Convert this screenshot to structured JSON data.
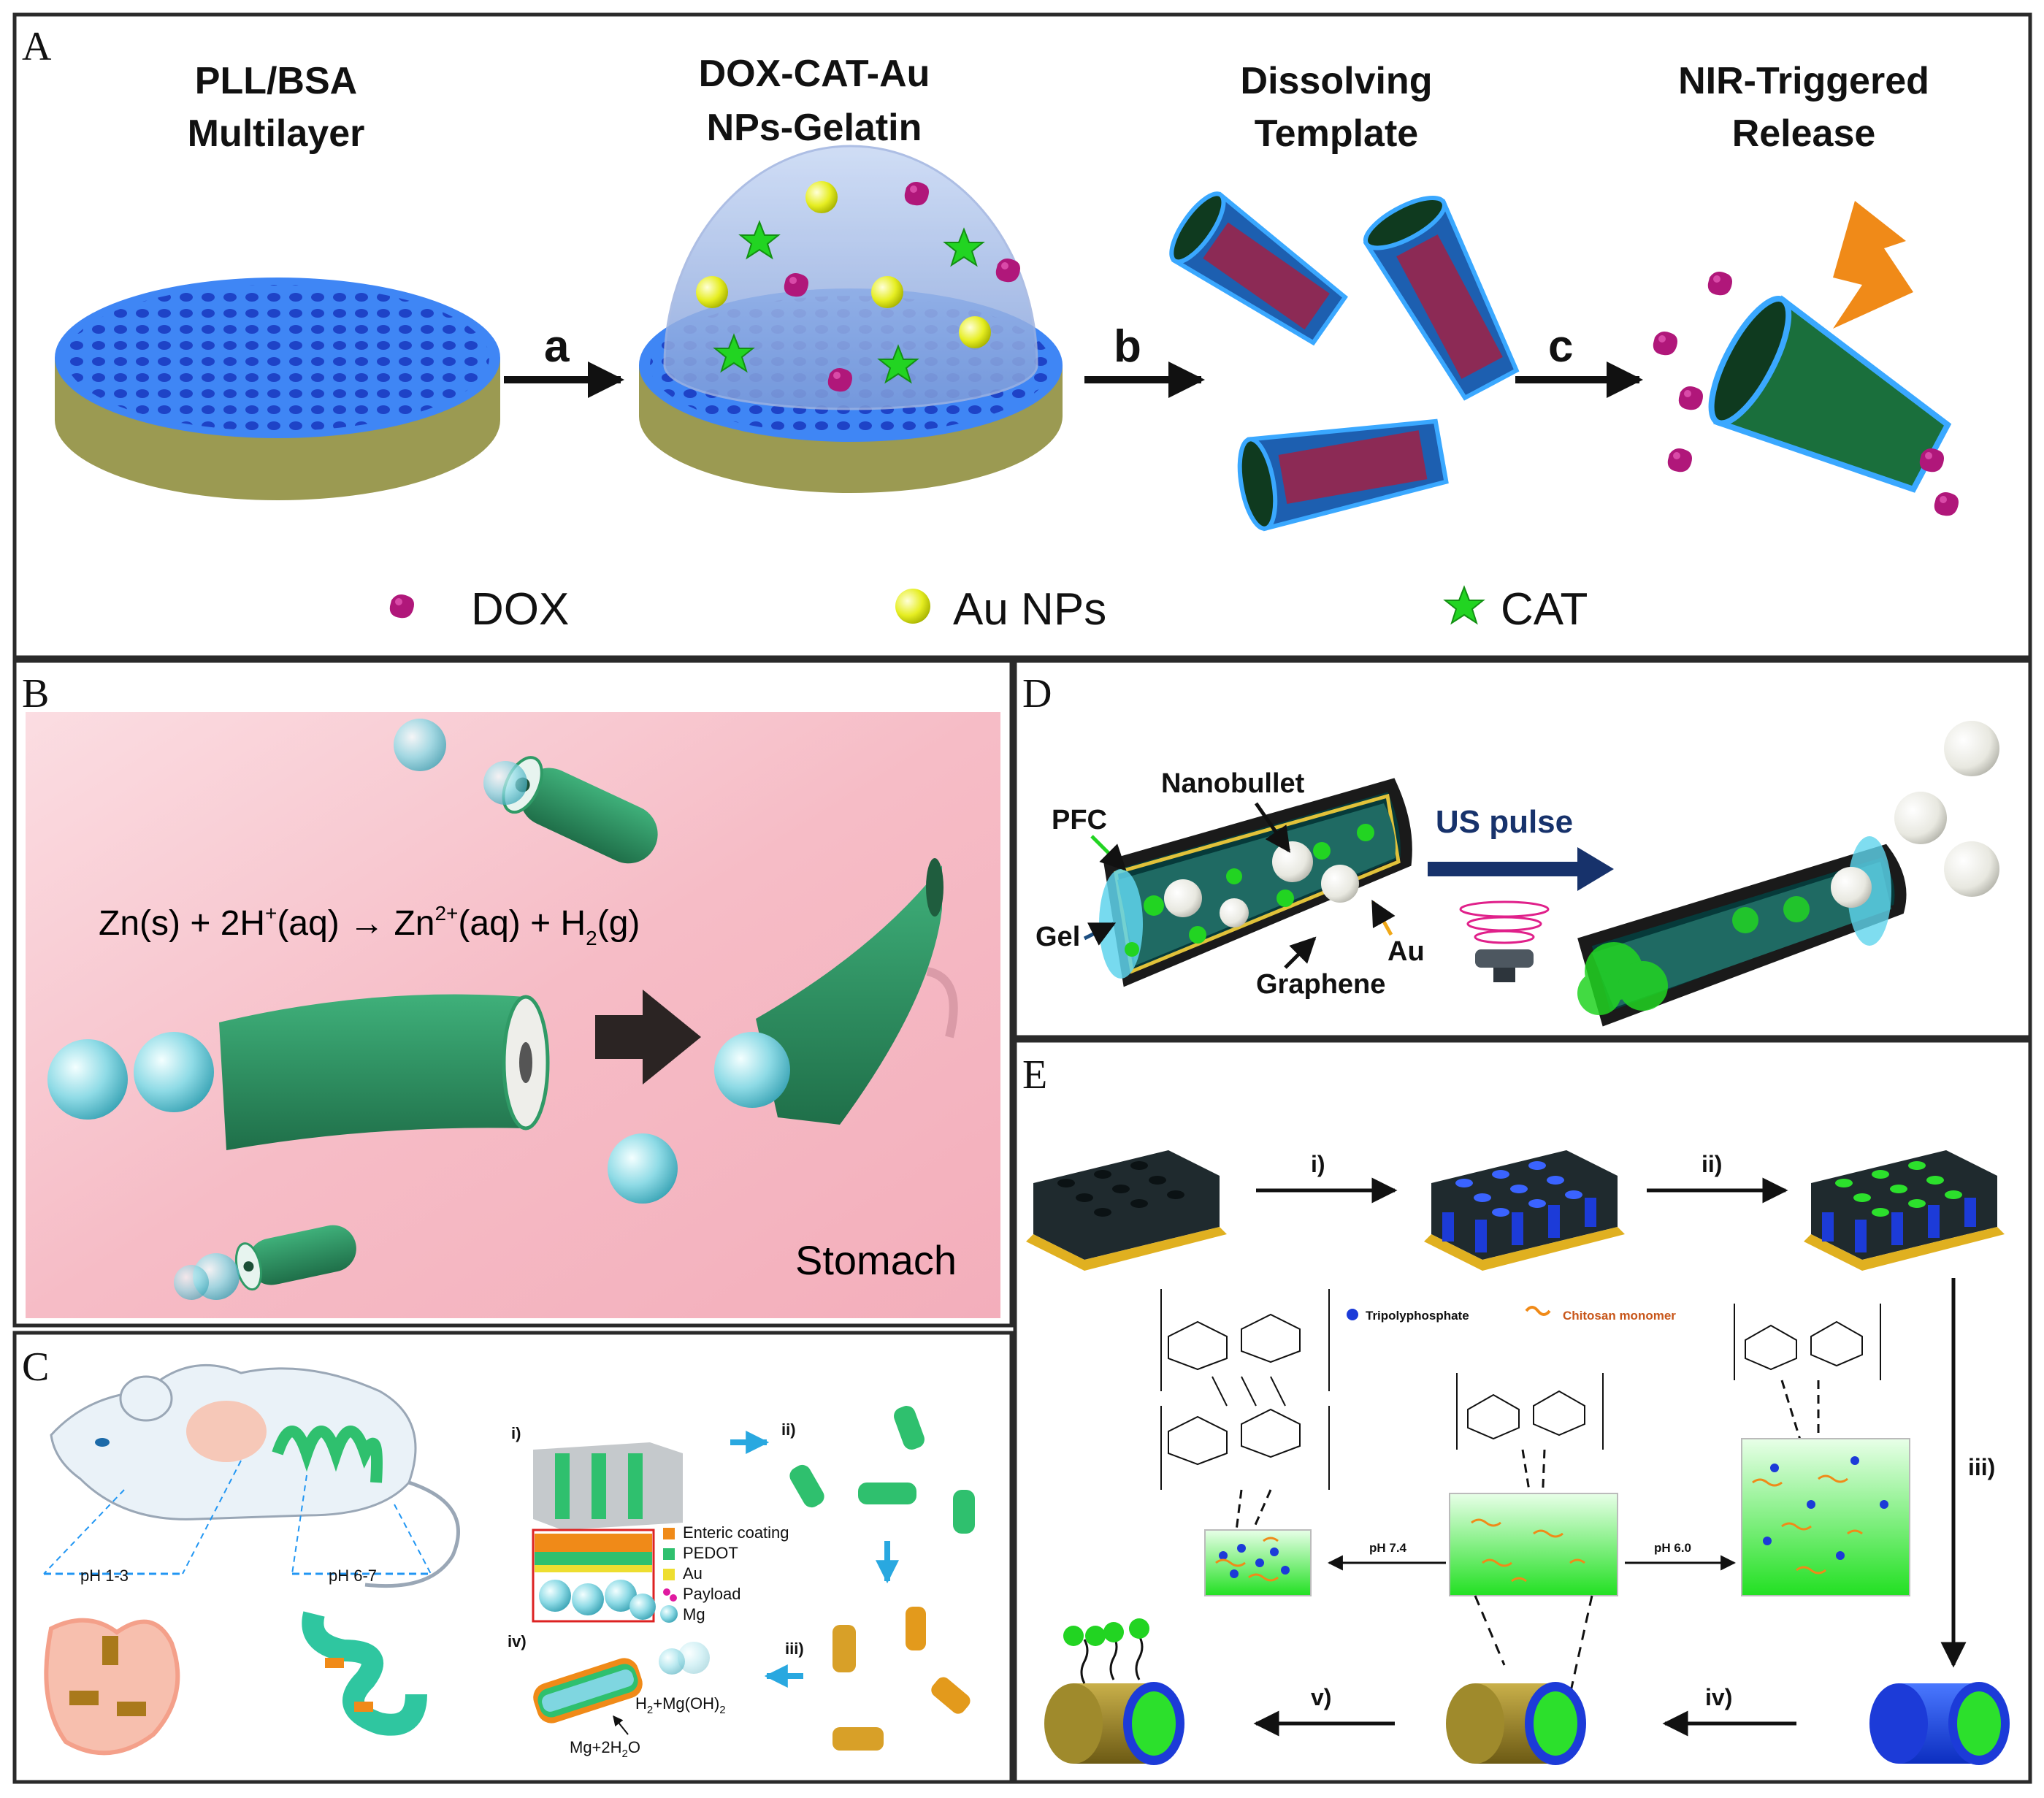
{
  "panels": {
    "a": {
      "letter": "A",
      "titles": [
        "PLL/BSA",
        "Multilayer",
        "DOX-CAT-Au",
        "NPs-Gelatin",
        "Dissolving",
        "Template",
        "NIR-Triggered",
        "Release"
      ],
      "steps": [
        "a",
        "b",
        "c"
      ],
      "legend": [
        "DOX",
        "Au NPs",
        "CAT"
      ]
    },
    "b": {
      "letter": "B",
      "equation_parts": [
        "Zn(s) + 2H",
        "+",
        "(aq) → Zn",
        "2+",
        "(aq) + H",
        "2",
        "(g)"
      ],
      "label": "Stomach"
    },
    "c": {
      "letter": "C",
      "ph_labels": [
        "pH 1-3",
        "pH 6-7"
      ],
      "steps": [
        "i)",
        "ii)",
        "iii)",
        "iv)"
      ],
      "legend": [
        "Enteric coating",
        "PEDOT",
        "Au",
        "Payload",
        "Mg"
      ],
      "reaction_parts": [
        "H",
        "2",
        "+Mg(OH)",
        "2"
      ],
      "reaction2_parts": [
        "Mg+2H",
        "2",
        "O"
      ]
    },
    "d": {
      "letter": "D",
      "labels": [
        "Nanobullet",
        "PFC",
        "Gel",
        "Graphene",
        "Au"
      ],
      "pulse": "US pulse"
    },
    "e": {
      "letter": "E",
      "steps": [
        "i)",
        "ii)",
        "iii)",
        "iv)",
        "v)"
      ],
      "legend": [
        "Tripolyphosphate",
        "Chitosan monomer"
      ],
      "ph": [
        "pH 7.4",
        "pH 6.0"
      ]
    }
  },
  "colors": {
    "blue": "#2e6ff0",
    "olive": "#9b9a52",
    "magenta": "#b0177a",
    "green_star": "#22d422",
    "gold": "#e0e020",
    "pink_bg": "#f7c2cb",
    "teal_tube": "#2f9a66",
    "cyan_ball": "#7fd6e0",
    "orange": "#f08a18",
    "navy": "#17326b"
  }
}
